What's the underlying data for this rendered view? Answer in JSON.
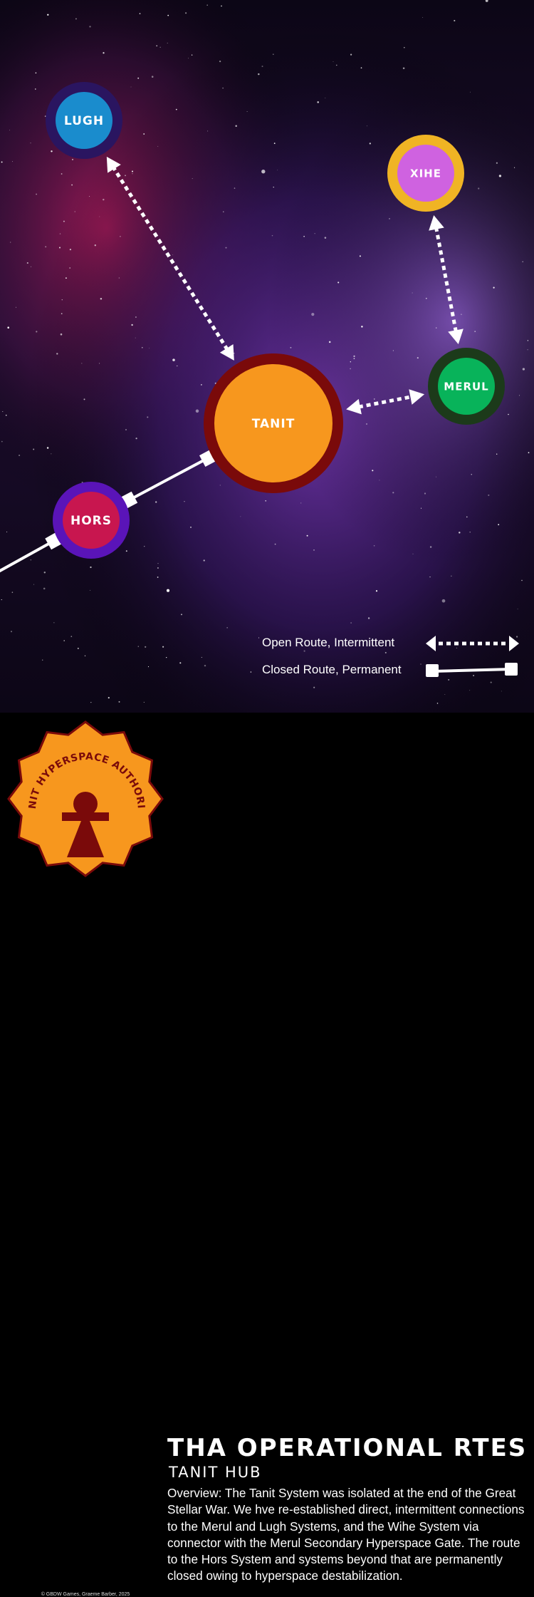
{
  "map": {
    "nodes": [
      {
        "id": "lugh",
        "label": "LUGH",
        "fill": "#1a8ccd",
        "ring": "#2a1560"
      },
      {
        "id": "xihe",
        "label": "XIHE",
        "fill": "#cf62e0",
        "ring": "#f0b424"
      },
      {
        "id": "tanit",
        "label": "TANIT",
        "fill": "#f7971e",
        "ring": "#7a0a0a"
      },
      {
        "id": "merul",
        "label": "MERUL",
        "fill": "#08b35a",
        "ring": "#1c3a1a"
      },
      {
        "id": "hors",
        "label": "HORS",
        "fill": "#c8164f",
        "ring": "#5a14b8"
      }
    ],
    "routes": [
      {
        "from": "tanit",
        "to": "lugh",
        "kind": "open"
      },
      {
        "from": "tanit",
        "to": "merul",
        "kind": "open"
      },
      {
        "from": "merul",
        "to": "xihe",
        "kind": "open"
      },
      {
        "from": "tanit",
        "to": "hors",
        "kind": "closed"
      },
      {
        "from": "hors",
        "to": "beyond",
        "kind": "closed"
      }
    ]
  },
  "legend": {
    "open_label": "Open Route, Intermittent",
    "closed_label": "Closed Route, Permanent"
  },
  "seal": {
    "text": "TANIT HYPERSPACE AUTHORITY",
    "colors": {
      "badge": "#f7971e",
      "outline": "#7a0a0a"
    }
  },
  "footer": {
    "title": "THA OPERATIONAL RTES",
    "subtitle": "TANIT HUB",
    "overview": "Overview: The Tanit System was isolated at the end of the Great Stellar War. We hve re-established direct, intermittent connections to the Merul and Lugh Systems, and the Wihe System via connector with the Merul Secondary Hyperspace Gate. The route to the Hors System and systems beyond that are permanently closed owing to hyperspace destabilization.",
    "copyright": "© GBDW Games, Graeme Barber, 2025"
  }
}
